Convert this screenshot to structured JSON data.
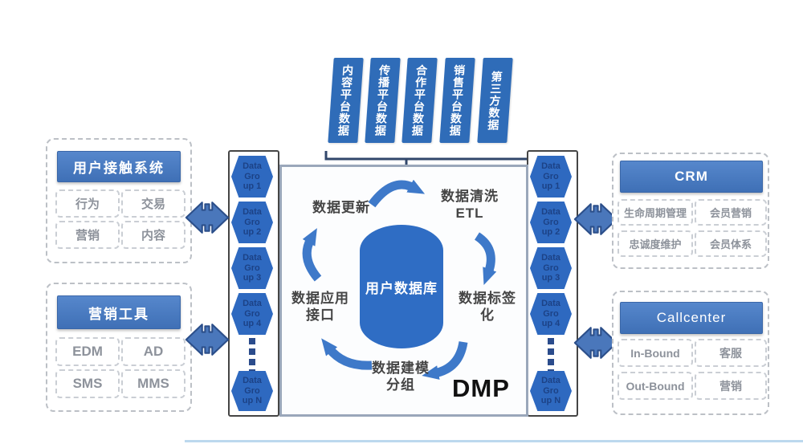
{
  "top_sources": {
    "items": [
      "内容平台数据",
      "传播平台数据",
      "合作平台数据",
      "销售平台数据",
      "第三方数据"
    ]
  },
  "left_panels": {
    "user_touch": {
      "title": "用户接触系统",
      "items": [
        "行为",
        "交易",
        "营销",
        "内容"
      ]
    },
    "marketing_tools": {
      "title": "营销工具",
      "items": [
        "EDM",
        "AD",
        "SMS",
        "MMS"
      ]
    }
  },
  "data_group_columns": {
    "left": {
      "items": [
        "Data\nGro\nup 1",
        "Data\nGro\nup 2",
        "Data\nGro\nup 3",
        "Data\nGro\nup 4"
      ],
      "last": "Data\nGro\nup N"
    },
    "right": {
      "items": [
        "Data\nGro\nup 1",
        "Data\nGro\nup 2",
        "Data\nGro\nup 3",
        "Data\nGro\nup 4"
      ],
      "last": "Data\nGro\nup N"
    }
  },
  "dmp_core": {
    "label": "DMP",
    "database": "用户数据库",
    "steps": {
      "update": "数据更新",
      "clean": "数据清洗\nETL",
      "tag": "数据标签\n化",
      "model": "数据建模\n分组",
      "api": "数据应用\n接口"
    }
  },
  "right_panels": {
    "crm": {
      "title": "CRM",
      "items": [
        "生命周期管理",
        "会员营销",
        "忠诚度维护",
        "会员体系"
      ]
    },
    "callcenter": {
      "title": "Callcenter",
      "items": [
        "In-Bound",
        "客服",
        "Out-Bound",
        "营销"
      ]
    }
  },
  "colors": {
    "bar_blue": "#2f6cb8",
    "header_blue": "#4579c2",
    "hexagon_blue": "#2e69c0",
    "hexagon_text": "#1c4286",
    "cycle_arrow_blue": "#3e79c9",
    "double_arrow_blue": "#4a77bb",
    "double_arrow_border": "#2c4f8a",
    "chip_text_gray": "#8d929b",
    "dmp_border_gray": "#9aa7ba"
  }
}
